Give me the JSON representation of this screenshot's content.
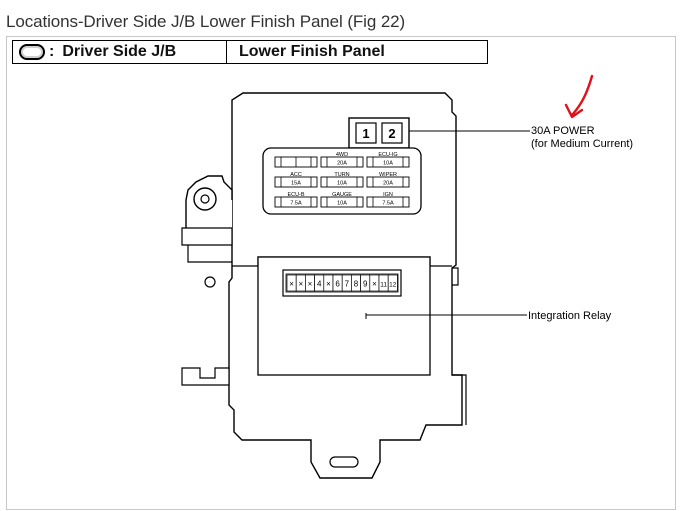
{
  "title": "Locations-Driver Side J/B Lower Finish Panel (Fig 22)",
  "header": {
    "colon": ":",
    "connector_name": "Driver Side J/B",
    "location_name": "Lower Finish Panel"
  },
  "relay_block": {
    "left": "1",
    "right": "2"
  },
  "fuses": [
    {
      "row": 1,
      "col": 1,
      "name": "",
      "rating": ""
    },
    {
      "row": 1,
      "col": 2,
      "name": "4WD",
      "rating": "20A"
    },
    {
      "row": 1,
      "col": 3,
      "name": "ECU-IG",
      "rating": "10A"
    },
    {
      "row": 2,
      "col": 1,
      "name": "ACC",
      "rating": "15A"
    },
    {
      "row": 2,
      "col": 2,
      "name": "TURN",
      "rating": "10A"
    },
    {
      "row": 2,
      "col": 3,
      "name": "WIPER",
      "rating": "20A"
    },
    {
      "row": 3,
      "col": 1,
      "name": "ECU-B",
      "rating": "7.5A"
    },
    {
      "row": 3,
      "col": 2,
      "name": "GAUGE",
      "rating": "10A"
    },
    {
      "row": 3,
      "col": 3,
      "name": "IGN",
      "rating": "7.5A"
    }
  ],
  "connector_pins": [
    "×",
    "×",
    "×",
    "4",
    "×",
    "6",
    "7",
    "8",
    "9",
    "×",
    "11",
    "12"
  ],
  "callouts": {
    "power_title": "30A POWER",
    "power_subtitle": "(for Medium Current)",
    "relay": "Integration Relay"
  },
  "colors": {
    "annotation_arrow": "#e0101a"
  }
}
